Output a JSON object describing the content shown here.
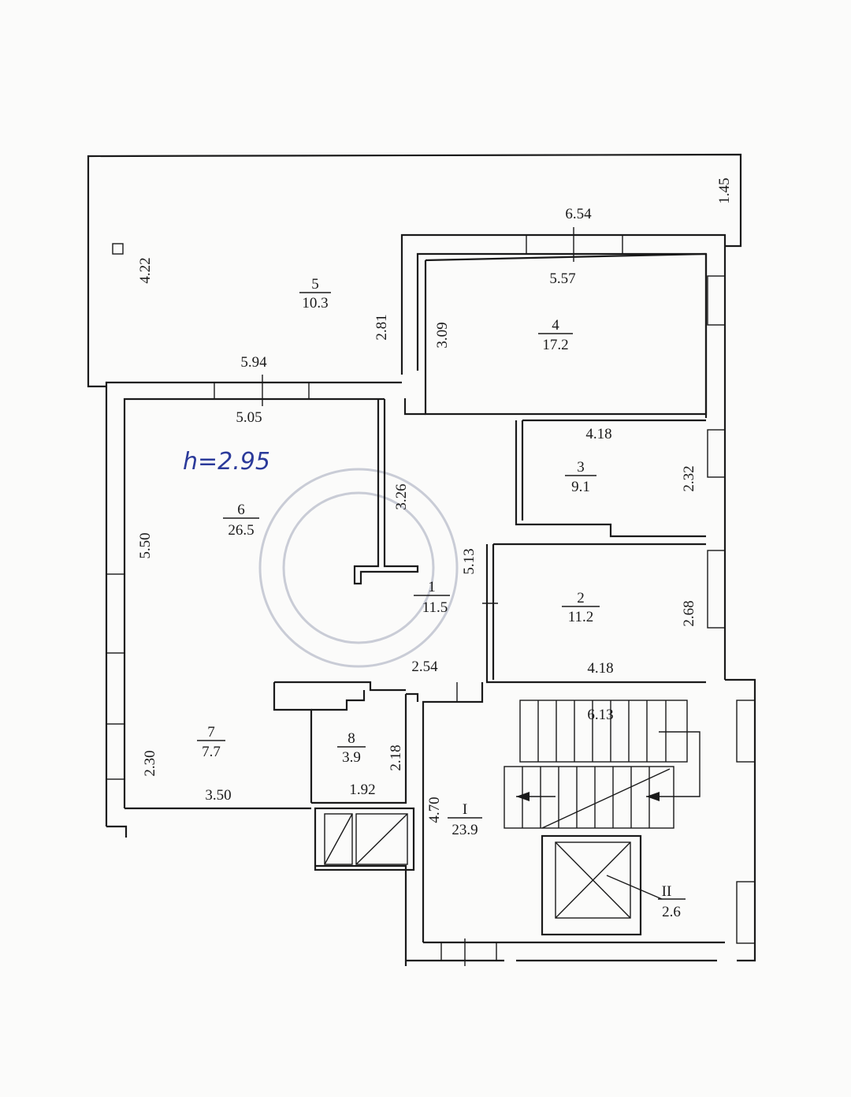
{
  "annotation": {
    "height_note": "h=2.95"
  },
  "rooms": [
    {
      "id": "room-5",
      "number": "5",
      "area": "10.3"
    },
    {
      "id": "room-4",
      "number": "4",
      "area": "17.2"
    },
    {
      "id": "room-6",
      "number": "6",
      "area": "26.5"
    },
    {
      "id": "room-3",
      "number": "3",
      "area": "9.1"
    },
    {
      "id": "room-1",
      "number": "1",
      "area": "11.5"
    },
    {
      "id": "room-2",
      "number": "2",
      "area": "11.2"
    },
    {
      "id": "room-7",
      "number": "7",
      "area": "7.7"
    },
    {
      "id": "room-8",
      "number": "8",
      "area": "3.9"
    },
    {
      "id": "room-I",
      "number": "I",
      "area": "23.9"
    },
    {
      "id": "room-II",
      "number": "II",
      "area": "2.6"
    }
  ],
  "dimensions": {
    "d_1_45": "1.45",
    "d_6_54": "6.54",
    "d_4_22": "4.22",
    "d_5_57": "5.57",
    "d_2_81": "2.81",
    "d_3_09": "3.09",
    "d_5_94": "5.94",
    "d_5_05": "5.05",
    "d_4_18_top": "4.18",
    "d_3_26": "3.26",
    "d_2_32": "2.32",
    "d_5_50": "5.50",
    "d_5_13": "5.13",
    "d_2_68": "2.68",
    "d_2_54": "2.54",
    "d_4_18_bottom": "4.18",
    "d_6_13": "6.13",
    "d_2_30": "2.30",
    "d_2_18": "2.18",
    "d_4_70": "4.70",
    "d_3_50": "3.50",
    "d_1_92": "1.92"
  }
}
